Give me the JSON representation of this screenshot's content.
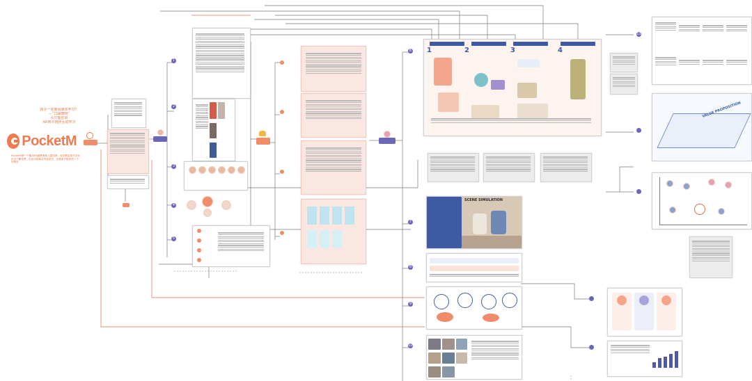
{
  "brand": {
    "name": "PocketM",
    "tagline": [
      "孩子一定要出课本学习？",
      "—“口袋博物”",
      "从只能在出",
      "AR亲子陪伴互动学习"
    ],
    "description": "PocketM是一个集AR科普教育和儿童玩具，旨在教会孩子在玩乐中了解世界，在玩中探索并学会知识、也是亲子陪伴的一个好帮手"
  },
  "sections": {
    "scene": {
      "title": "SCENE SIMULATION"
    },
    "value": {
      "title": "VALUE PROPOSITION"
    }
  },
  "steps": [
    "1",
    "2",
    "3",
    "4"
  ],
  "numbered_nodes": [
    "1",
    "2",
    "3",
    "4",
    "5",
    "6",
    "7",
    "8",
    "9",
    "10",
    "11"
  ],
  "colors": {
    "accent": "#ef7a4e",
    "node": "#6b67b8",
    "panel_pink": "#fbe7e1",
    "panel_gray": "#ececec",
    "connector": "#7a7a7a",
    "red_connector": "#e06a4a",
    "banner_blue": "#3d5aa3"
  }
}
